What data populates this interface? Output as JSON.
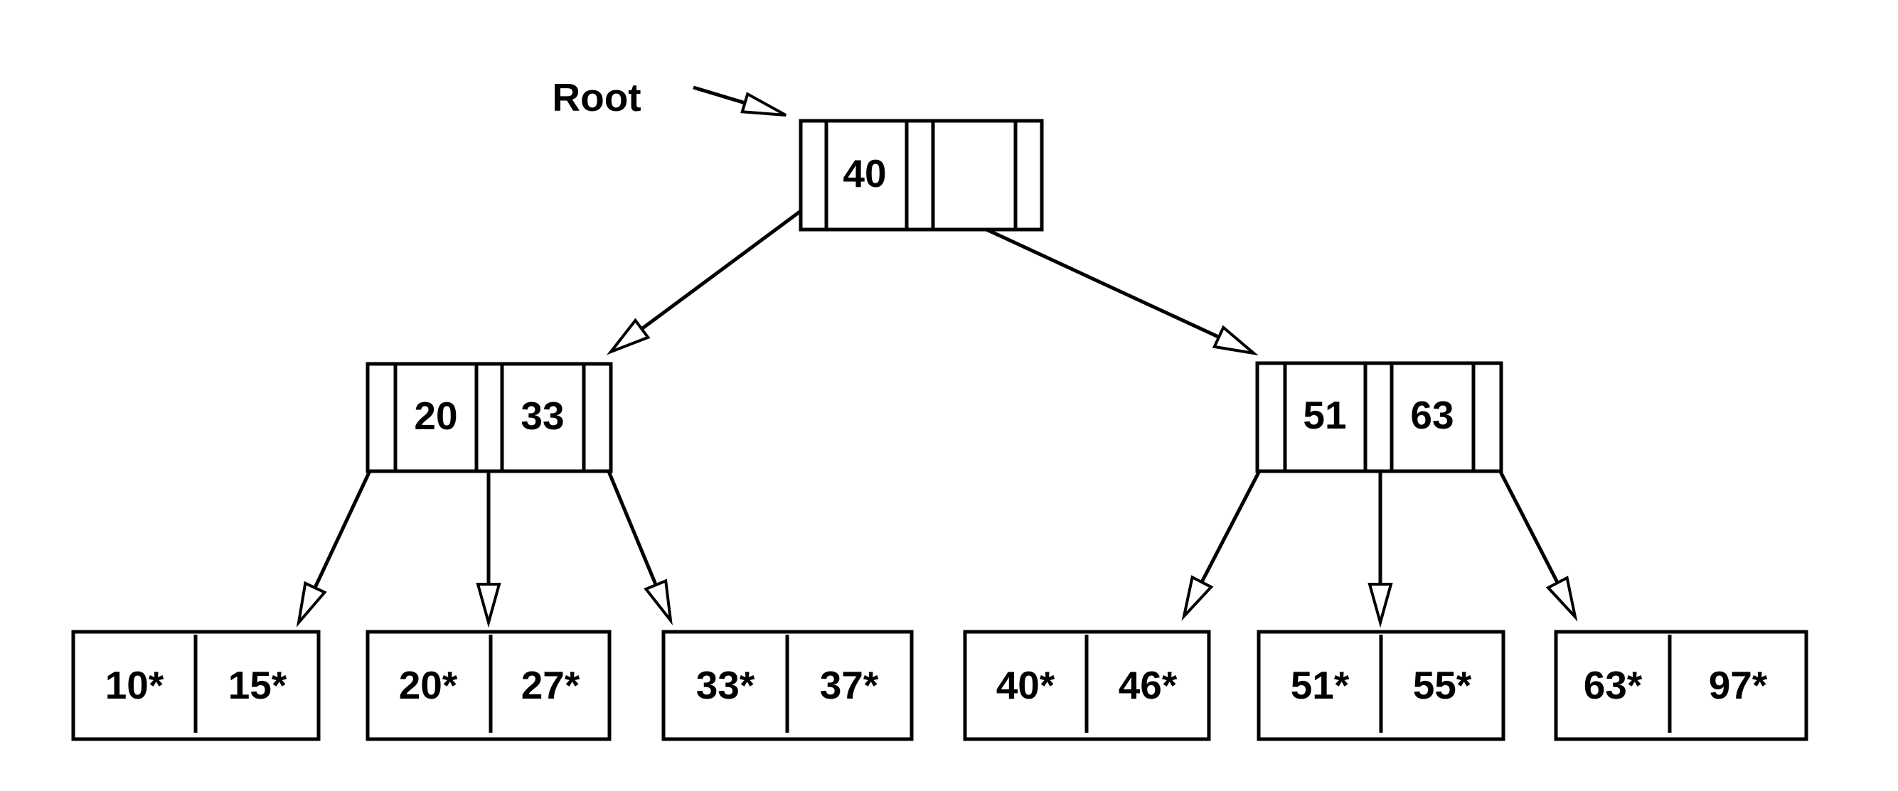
{
  "title": {
    "root_pointer_label": "Root"
  },
  "tree": {
    "root": {
      "keys": [
        "40",
        ""
      ]
    },
    "internal_nodes": [
      {
        "keys": [
          "20",
          "33"
        ]
      },
      {
        "keys": [
          "51",
          "63"
        ]
      }
    ],
    "leaf_nodes": [
      {
        "entries": [
          "10*",
          "15*"
        ]
      },
      {
        "entries": [
          "20*",
          "27*"
        ]
      },
      {
        "entries": [
          "33*",
          "37*"
        ]
      },
      {
        "entries": [
          "40*",
          "46*"
        ]
      },
      {
        "entries": [
          "51*",
          "55*"
        ]
      },
      {
        "entries": [
          "63*",
          "97*"
        ]
      }
    ]
  },
  "colors": {
    "line": "#000000",
    "background": "#ffffff",
    "node_fill": "#ffffff"
  }
}
